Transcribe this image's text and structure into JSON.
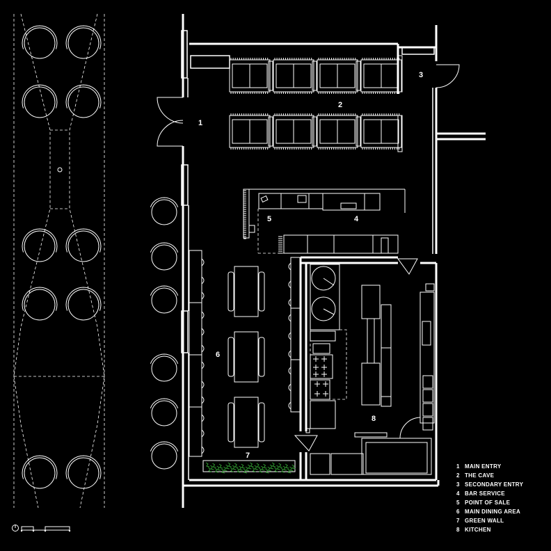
{
  "legend": [
    {
      "num": "1",
      "label": "MAIN ENTRY"
    },
    {
      "num": "2",
      "label": "THE CAVE"
    },
    {
      "num": "3",
      "label": "SECONDARY ENTRY"
    },
    {
      "num": "4",
      "label": "BAR SERVICE"
    },
    {
      "num": "5",
      "label": "POINT OF SALE"
    },
    {
      "num": "6",
      "label": "MAIN DINING AREA"
    },
    {
      "num": "7",
      "label": "GREEN WALL"
    },
    {
      "num": "8",
      "label": "KITCHEN"
    }
  ],
  "plan_numbers": {
    "main_entry": "1",
    "the_cave": "2",
    "secondary_entry": "3",
    "bar_service": "4",
    "point_of_sale": "5",
    "main_dining_area": "6",
    "green_wall": "7",
    "kitchen": "8"
  },
  "colors": {
    "background": "#000000",
    "lines": "#ffffff",
    "plants": "#2f9a2f"
  },
  "icons": [
    "north-arrow-icon",
    "scale-bar"
  ]
}
